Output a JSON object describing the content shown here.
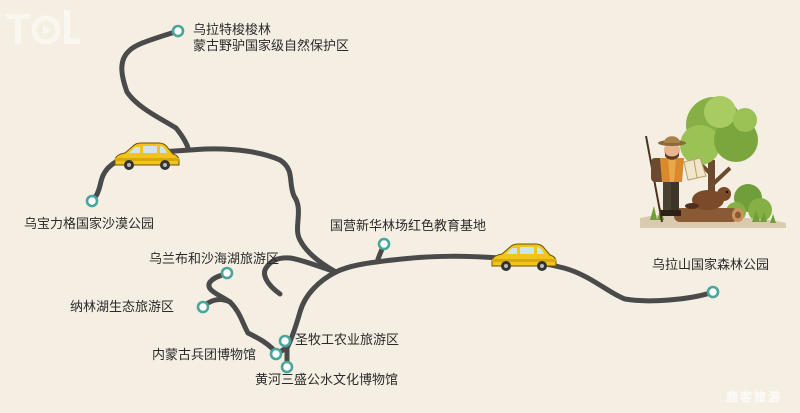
{
  "locations": {
    "wulate_l1": "乌拉特梭梭林",
    "wulate_l2": "蒙古野驴国家级自然保护区",
    "wubaoli": "乌宝力格国家沙漠公园",
    "guoying": "国营新华林场红色教育基地",
    "wulashan": "乌拉山国家森林公园",
    "wulanbu": "乌兰布和沙海湖旅游区",
    "nalinhu": "纳林湖生态旅游区",
    "shengmu": "圣牧工农业旅游区",
    "bingtuan": "内蒙古兵团博物馆",
    "huanghe": "黄河三盛公水文化博物馆"
  },
  "watermark": {
    "text": "鹿客旅游"
  },
  "colors": {
    "background": "#f5eee2",
    "route": "#4a4a4a",
    "marker": "#4aa59a",
    "car": "#f0c419"
  },
  "icons": [
    "location-marker-icon",
    "car-icon",
    "explorer-illustration"
  ]
}
